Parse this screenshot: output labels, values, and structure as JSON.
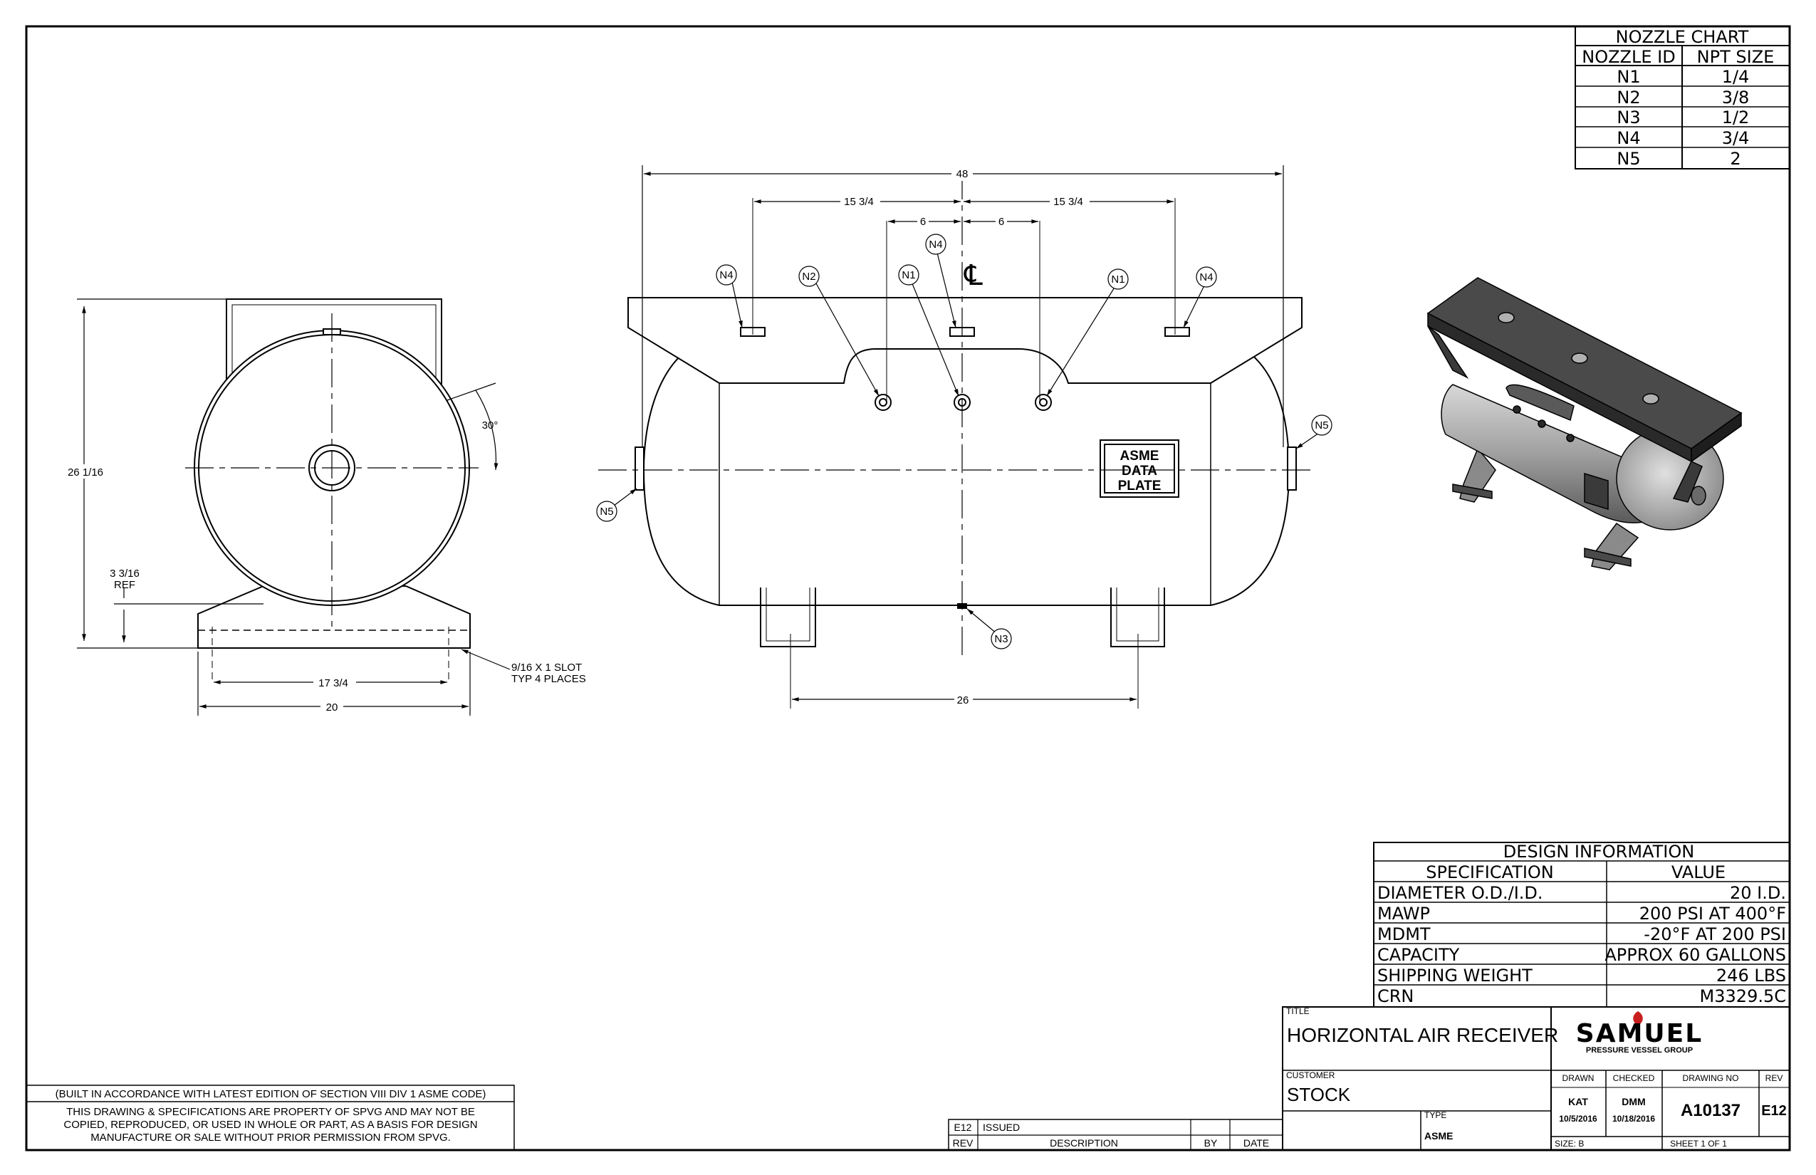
{
  "nozzle_chart": {
    "title": "NOZZLE CHART",
    "headers": [
      "NOZZLE ID",
      "NPT SIZE"
    ],
    "rows": [
      [
        "N1",
        "1/4"
      ],
      [
        "N2",
        "3/8"
      ],
      [
        "N3",
        "1/2"
      ],
      [
        "N4",
        "3/4"
      ],
      [
        "N5",
        "2"
      ]
    ]
  },
  "end_view": {
    "height_dim": "26 1/16",
    "ref_dim": "3 3/16",
    "ref_label": "REF",
    "angle_dim": "30°",
    "slot_dim": "17 3/4",
    "width_dim": "20",
    "slot_note_1": "9/16 X 1 SLOT",
    "slot_note_2": "TYP 4 PLACES"
  },
  "side_view": {
    "overall_dim": "48",
    "left_offset_dim": "15 3/4",
    "right_offset_dim": "15 3/4",
    "left_center_dim": "6",
    "right_center_dim": "6",
    "saddle_dim": "26",
    "centerline_symbol": "℄",
    "data_plate": [
      "ASME",
      "DATA",
      "PLATE"
    ],
    "nozzle_tags": [
      "N4",
      "N2",
      "N1",
      "N4",
      "N1",
      "N4",
      "N5",
      "N5",
      "N3"
    ]
  },
  "design_info": {
    "title": "DESIGN INFORMATION",
    "headers": [
      "SPECIFICATION",
      "VALUE"
    ],
    "rows": [
      [
        "DIAMETER O.D./I.D.",
        "20 I.D."
      ],
      [
        "MAWP",
        "200 PSI AT 400°F"
      ],
      [
        "MDMT",
        "-20°F AT 200 PSI"
      ],
      [
        "CAPACITY",
        "APPROX 60 GALLONS"
      ],
      [
        "SHIPPING WEIGHT",
        "246 LBS"
      ],
      [
        "CRN",
        "M3329.5C"
      ]
    ]
  },
  "title_block": {
    "title_label": "TITLE",
    "title": "HORIZONTAL AIR RECEIVER",
    "customer_label": "CUSTOMER",
    "customer": "STOCK",
    "type_label": "TYPE",
    "type": "ASME",
    "logo_name": "SAMUEL",
    "logo_sub": "PRESSURE VESSEL GROUP",
    "drawn_label": "DRAWN",
    "drawn_by": "KAT",
    "drawn_date": "10/5/2016",
    "checked_label": "CHECKED",
    "checked_by": "DMM",
    "checked_date": "10/18/2016",
    "drawing_no_label": "DRAWING NO",
    "drawing_no": "A10137",
    "rev_label": "REV",
    "rev": "E12",
    "size": "SIZE: B",
    "sheet": "SHEET 1  OF 1"
  },
  "revision_block": {
    "rev": "E12",
    "description": "ISSUED",
    "headers": [
      "REV",
      "DESCRIPTION",
      "BY",
      "DATE"
    ]
  },
  "notes": {
    "code_note": "(BUILT IN ACCORDANCE WITH LATEST EDITION OF SECTION VIII DIV 1 ASME CODE)",
    "property_1": "THIS DRAWING & SPECIFICATIONS ARE PROPERTY OF SPVG AND MAY NOT BE",
    "property_2": "COPIED, REPRODUCED, OR USED IN WHOLE OR PART, AS A BASIS FOR DESIGN",
    "property_3": "MANUFACTURE OR SALE WITHOUT PRIOR PERMISSION FROM SPVG."
  },
  "colors": {
    "line": "#000000",
    "shade_dark": "#3a3a3a",
    "shade_mid": "#8a8a8a",
    "shade_light": "#c8c8c8",
    "logo_red": "#c8201e"
  }
}
